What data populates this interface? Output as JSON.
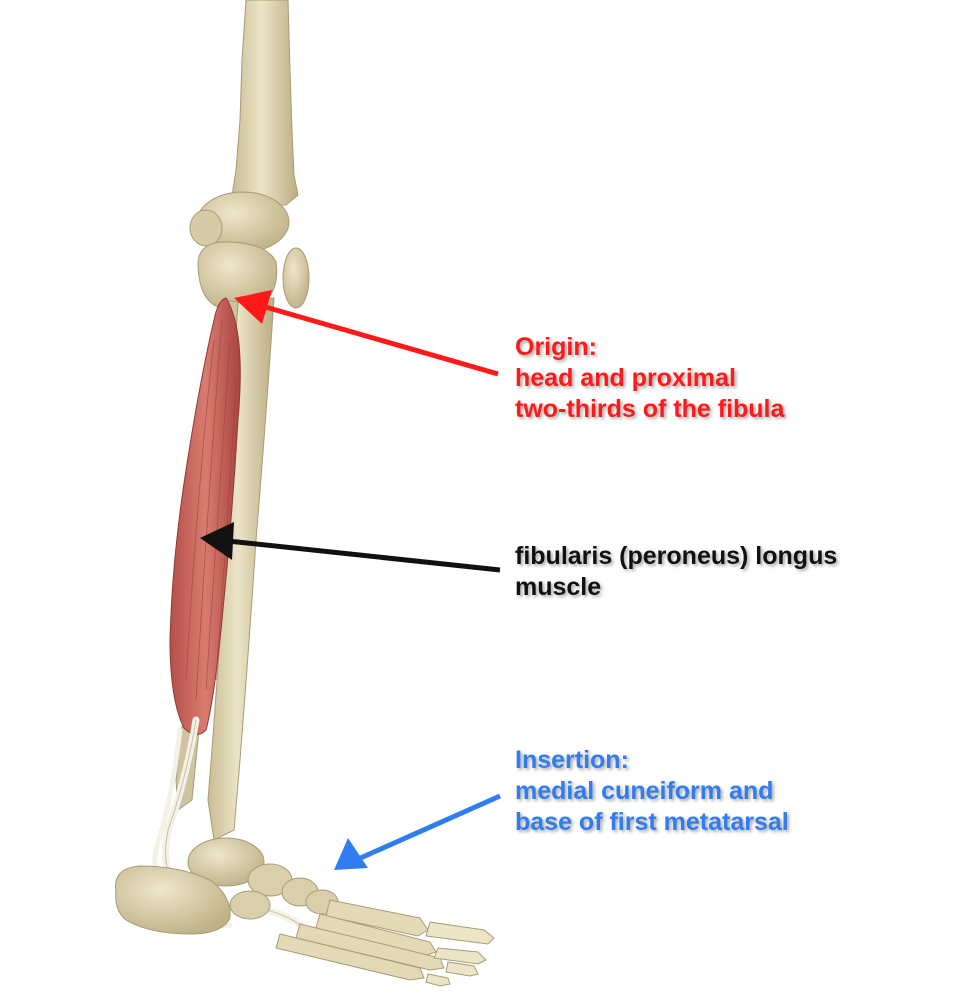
{
  "colors": {
    "origin": "#ff1a1a",
    "muscle_label": "#111111",
    "insertion": "#2f7df0",
    "bone": "#e0d6b4",
    "bone_shadow": "#b7ab84",
    "muscle": "#c9665c",
    "tendon": "#f4f1e6"
  },
  "labels": {
    "origin": {
      "line1": "Origin:",
      "line2": "head and proximal",
      "line3": "two-thirds of the fibula"
    },
    "muscle": {
      "line1": "fibularis (peroneus) longus",
      "line2": "muscle"
    },
    "insertion": {
      "line1": "Insertion:",
      "line2": "medial cuneiform and",
      "line3": "base of first metatarsal"
    }
  }
}
